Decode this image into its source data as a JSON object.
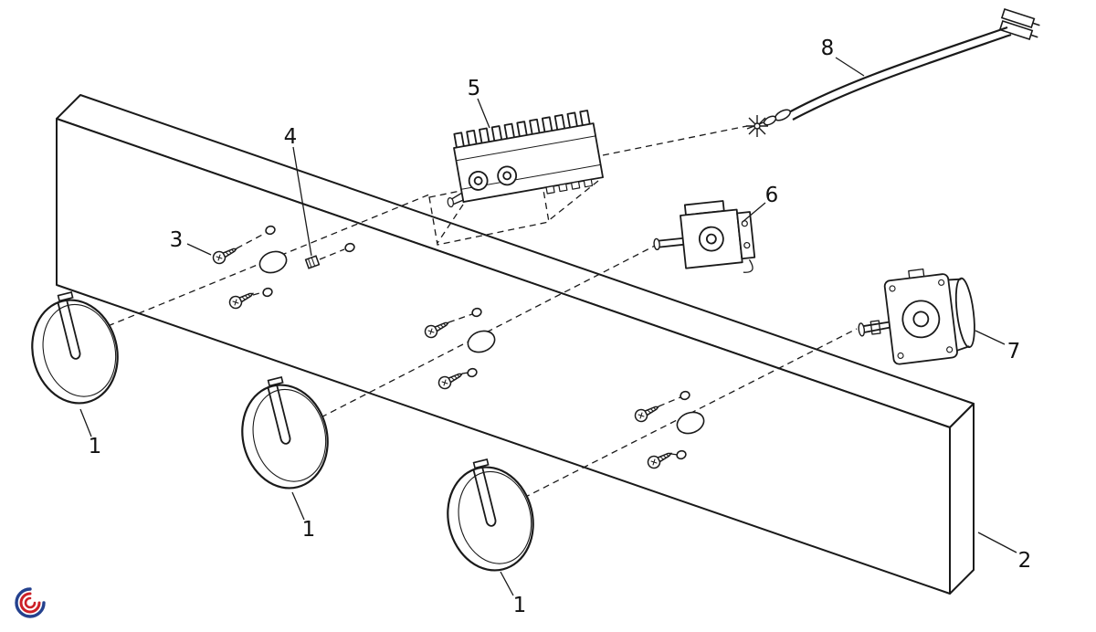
{
  "diagram": {
    "type": "exploded-parts-diagram",
    "background_color": "#ffffff",
    "line_color": "#1a1a1a",
    "callouts": [
      {
        "part": "control-knob-left",
        "text": "1"
      },
      {
        "part": "control-knob-middle",
        "text": "1"
      },
      {
        "part": "control-knob-right",
        "text": "1"
      },
      {
        "part": "control-panel",
        "text": "2"
      },
      {
        "part": "mounting-screw",
        "text": "3"
      },
      {
        "part": "fixing-clip",
        "text": "4"
      },
      {
        "part": "selector-switch-block",
        "text": "5"
      },
      {
        "part": "energy-regulator",
        "text": "6"
      },
      {
        "part": "timer-switch",
        "text": "7"
      },
      {
        "part": "thermostat-lead",
        "text": "8"
      }
    ],
    "logo": {
      "outer_color": "#24418e",
      "inner_color": "#cc2027"
    }
  }
}
